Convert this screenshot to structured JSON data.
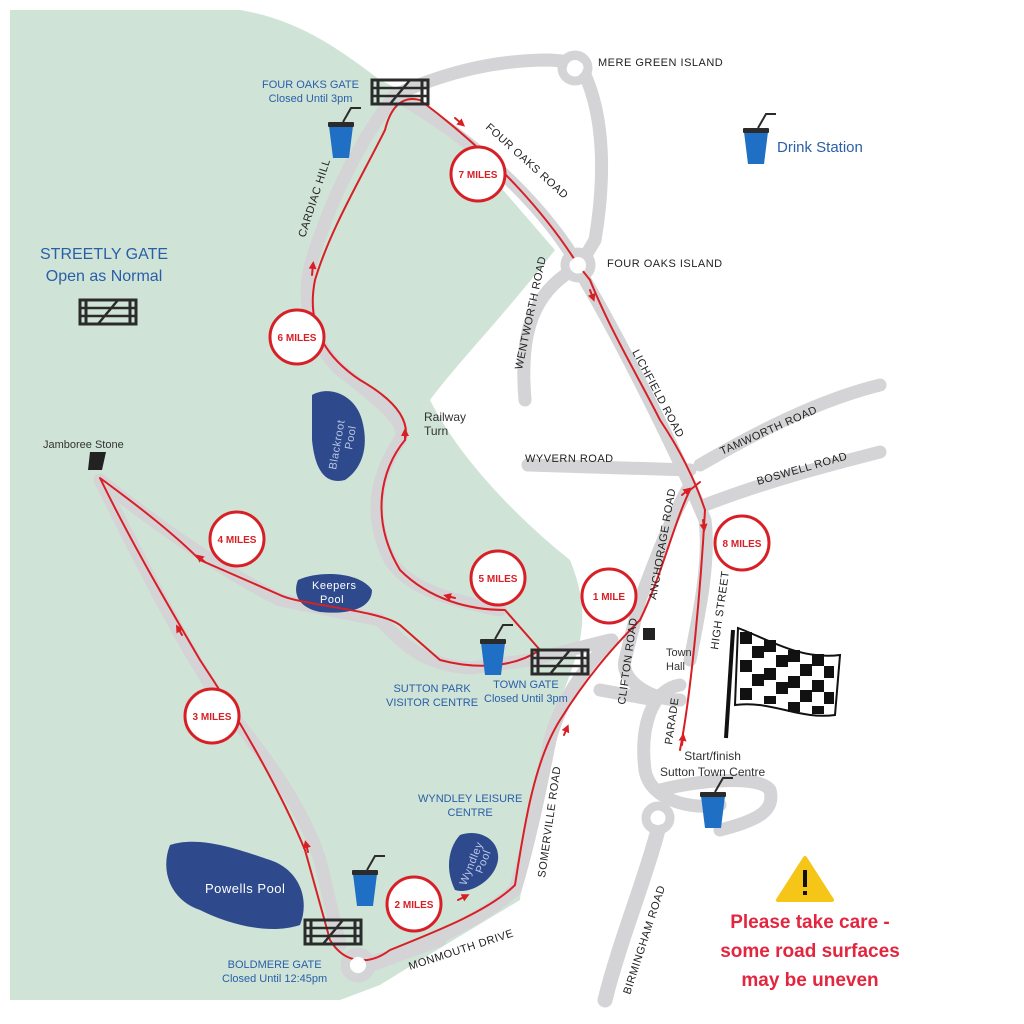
{
  "legend": {
    "drink_station_label": "Drink Station",
    "icon": "drink-cup-icon"
  },
  "gates": {
    "four_oaks": {
      "name": "FOUR OAKS GATE",
      "status": "Closed Until 3pm"
    },
    "streetly": {
      "name": "STREETLY GATE",
      "status": "Open as Normal"
    },
    "town": {
      "name": "TOWN GATE",
      "status": "Closed Until 3pm"
    },
    "boldmere": {
      "name": "BOLDMERE GATE",
      "status": "Closed Until 12:45pm"
    }
  },
  "roads": {
    "mere_green_island": "MERE GREEN ISLAND",
    "four_oaks_road": "FOUR OAKS ROAD",
    "four_oaks_island": "FOUR OAKS ISLAND",
    "wentworth_road": "WENTWORTH ROAD",
    "lichfield_road": "LICHFIELD ROAD",
    "tamworth_road": "TAMWORTH ROAD",
    "boswell_road": "BOSWELL ROAD",
    "wyvern_road": "WYVERN ROAD",
    "anchorage_road": "ANCHORAGE ROAD",
    "high_street": "HIGH STREET",
    "clifton_road": "CLIFTON ROAD",
    "parade": "PARADE",
    "somerville_road": "SOMERVILLE ROAD",
    "monmouth_drive": "MONMOUTH DRIVE",
    "birmingham_road": "BIRMINGHAM ROAD",
    "cardiac_hill": "CARDIAC HILL"
  },
  "places": {
    "railway_turn_1": "Railway",
    "railway_turn_2": "Turn",
    "jamboree_stone": "Jamboree Stone",
    "town_hall_1": "Town",
    "town_hall_2": "Hall",
    "visitor_centre_1": "SUTTON PARK",
    "visitor_centre_2": "VISITOR CENTRE",
    "wyndley_centre_1": "WYNDLEY LEISURE",
    "wyndley_centre_2": "CENTRE",
    "start_finish_1": "Start/finish",
    "start_finish_2": "Sutton Town Centre"
  },
  "pools": {
    "blackroot_1": "Blackroot",
    "blackroot_2": "Pool",
    "keepers_1": "Keepers",
    "keepers_2": "Pool",
    "powells": "Powells Pool",
    "wyndley_1": "Wyndley",
    "wyndley_2": "Pool"
  },
  "mile_markers": {
    "m1": "1 MILE",
    "m2": "2 MILES",
    "m3": "3 MILES",
    "m4": "4 MILES",
    "m5": "5 MILES",
    "m6": "6 MILES",
    "m7": "7 MILES",
    "m8": "8 MILES"
  },
  "warning": {
    "icon": "warning-icon",
    "line1": "Please take care -",
    "line2": "some road surfaces",
    "line3": "may be uneven"
  },
  "colors": {
    "park": "#cfe4d6",
    "road": "#d4d4d6",
    "route": "#d81f26",
    "pool": "#2e4a8c",
    "gate_text": "#2a5ea8",
    "drink": "#1f6fc4",
    "warning_text": "#e3263f"
  }
}
